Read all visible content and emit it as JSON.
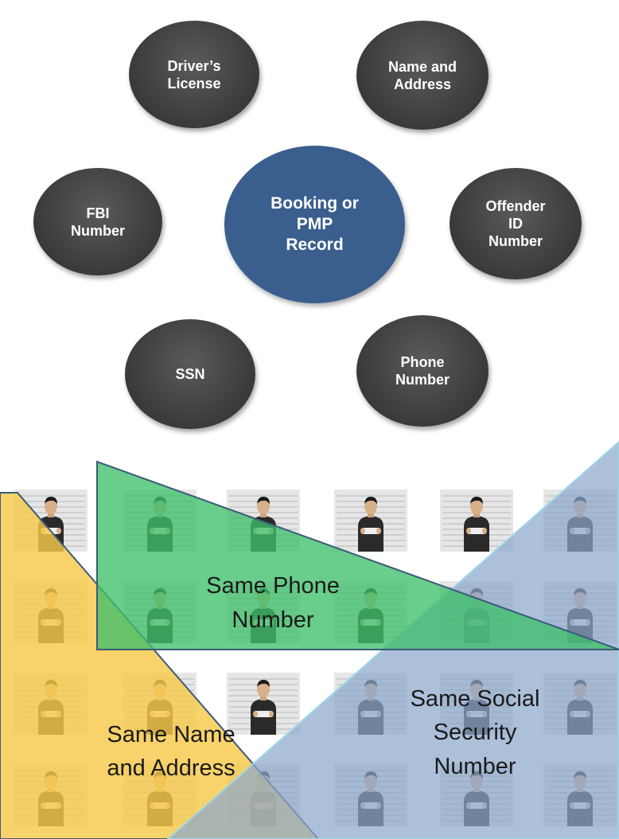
{
  "hub": {
    "center": "Booking or\nPMP\nRecord",
    "nodes": [
      {
        "id": "drivers-license",
        "label": "Driver’s\nLicense"
      },
      {
        "id": "name-address",
        "label": "Name and\nAddress"
      },
      {
        "id": "fbi-number",
        "label": "FBI\nNumber"
      },
      {
        "id": "offender-id",
        "label": "Offender\nID\nNumber"
      },
      {
        "id": "ssn",
        "label": "SSN"
      },
      {
        "id": "phone-number",
        "label": "Phone\nNumber"
      }
    ]
  },
  "regions": {
    "phone": {
      "line1": "Same Phone",
      "line2": "Number",
      "color": "#3fbf6a"
    },
    "name": {
      "line1": "Same Name",
      "line2": "and Address",
      "color": "#f6c94a"
    },
    "ssn": {
      "line1": "Same Social",
      "line2": "Security",
      "line3": "Number",
      "color": "#8ea8cc"
    }
  },
  "colors": {
    "node_gray": "#444444",
    "center_blue": "#3a5f8e",
    "card_bg": "#e6e6e6"
  }
}
